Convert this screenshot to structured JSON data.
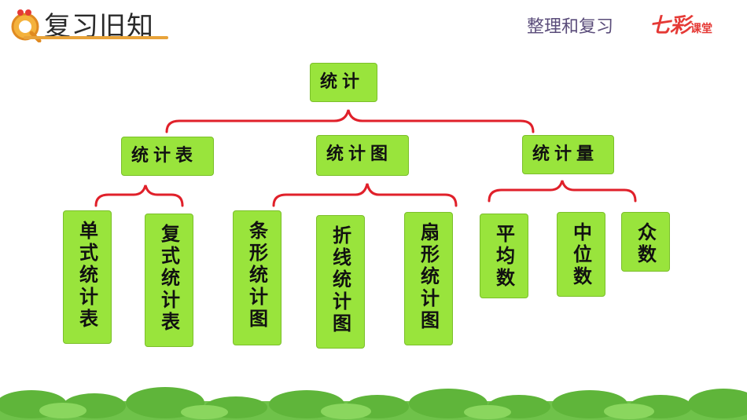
{
  "header": {
    "title": "复习旧知",
    "subtitle": "整理和复习",
    "brand_a": "七彩",
    "brand_b": "课堂"
  },
  "diagram": {
    "root": "统计",
    "level1": [
      "统计表",
      "统计图",
      "统计量"
    ],
    "table_types": [
      "单式统计表",
      "复式统计表"
    ],
    "graph_types": [
      "条形统计图",
      "折线统计图",
      "扇形统计图"
    ],
    "measures": [
      "平均数",
      "中位数",
      "众数"
    ]
  },
  "colors": {
    "box_fill": "#99e43c",
    "brace": "#e0202a",
    "title_underline": "#e8a33a"
  }
}
